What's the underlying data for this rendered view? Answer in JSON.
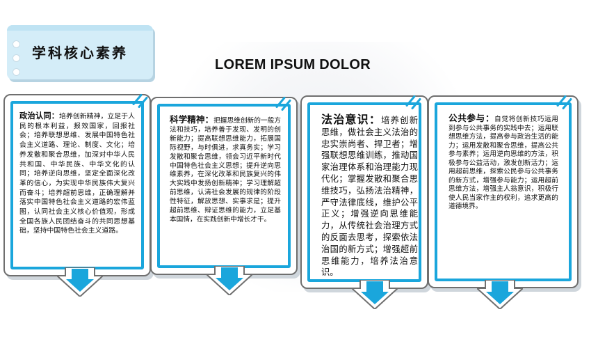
{
  "header": {
    "tab_title": "学科核心素养",
    "main_title": "LOREM IPSUM DOLOR"
  },
  "colors": {
    "accent": "#1aa6dc",
    "tab": "#d4edf8",
    "card_border": "#6f6f6f"
  },
  "cards": [
    {
      "heading": "政治认同：",
      "body": "培养创新精神，立足于人民的根本利益，报效国家，回报社会；培养联想思维、发展中国特色社会主义道路、理论、制度、文化；培养发散和聚合思维，加深对中华人民共和国、中华民族、中华文化的认同；培养逆向思维，坚定全面深化改革的信心，为实现中华民族伟大复兴而奋斗；培养超前思维，正确理解并落实中国特色社会主义道路的宏伟蓝图，认同社会主义核心价值观，形成全国各族人民团结奋斗的共同思想基础，坚持中国特色社会主义道路。"
    },
    {
      "heading": "科学精神：",
      "body": "把握思维创新的一般方法和技巧，培养善于发现、发明的创新能力；提高联想思维能力，拓展国际视野，与时俱进，求真务实；学习发散和聚合思维，领会习近平新时代中国特色社会主义思想；提升逆向思维素养，在深化改革和民族复兴的伟大实践中发扬创新精神；学习理解超前思维，认清社会发展的规律的阶段性特征，解放思想、实事求是；提升超前思维、辩证思维的能力，立足基本国情，在实践创新中增长才干。"
    },
    {
      "heading": "法治意识：",
      "body": "培养创新思维，做社会主义法治的忠实崇尚者、捍卫者；增强联想思维训练，推动国家治理体系和治理能力现代化；掌握发散和聚合思维技巧，弘扬法治精神，严守法律底线，维护公平正义；增强逆向思维能力，从传统社会治理方式的反面去思考，探索依法治国的新方式；增强超前思维能力，培养法治意识。"
    },
    {
      "heading": "公共参与：",
      "body": "自觉将创新技巧运用到参与公共事务的实践中去；运用联想思维方法，提高参与政治生活的能力；运用发散和聚合思维，提高公共参与素养；运用逆向思维的方法，积极参与公益活动，激发创新活力；运用超前思维，探索公民参与公共事务的新方式，增强参与能力；运用超前思维方法，增强主人翁意识，积极行使人民当家作主的权利，追求更高的道德境界。"
    }
  ]
}
